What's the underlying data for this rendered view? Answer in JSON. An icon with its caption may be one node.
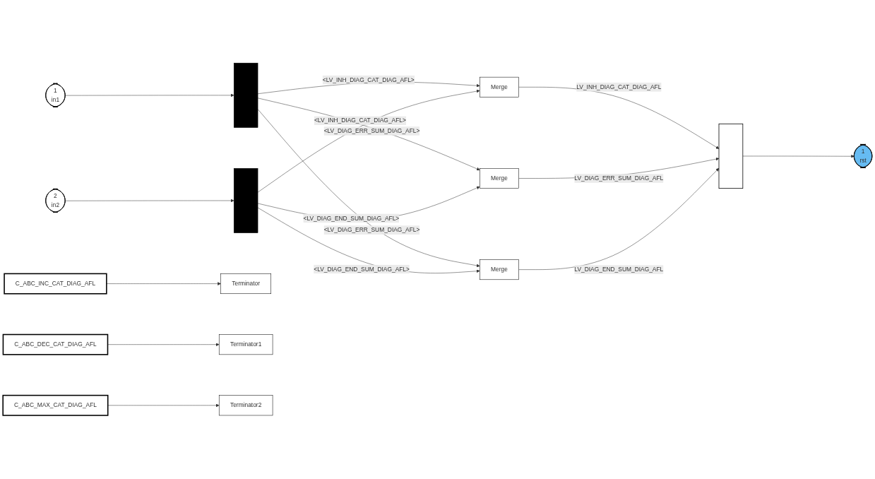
{
  "diagram": {
    "nodes": [
      {
        "text": [
          "1",
          "in1"
        ]
      },
      {
        "text": [
          "2",
          "in2"
        ]
      },
      {
        "text": [],
        "shape": "bar"
      },
      {
        "text": [],
        "shape": "bar"
      },
      {
        "text": [
          "Merge"
        ]
      },
      {
        "text": [
          "Merge"
        ]
      },
      {
        "text": [
          "Merge"
        ]
      },
      {
        "text": [],
        "shape": "bar"
      },
      {
        "text": [
          "1",
          "rst"
        ]
      },
      {
        "text": [
          "C_ABC_INC_CAT_DIAG_AFL"
        ]
      },
      {
        "text": [
          "Terminator"
        ]
      },
      {
        "text": [
          "C_ABC_DEC_CAT_DIAG_AFL"
        ]
      },
      {
        "text": [
          "Terminator1"
        ]
      },
      {
        "text": [
          "C_ABC_MAX_CAT_DIAG_AFL"
        ]
      },
      {
        "text": [
          "Terminator2"
        ]
      }
    ],
    "edges": [
      {
        "from": 0,
        "to": 3,
        "arrow": "to"
      },
      {
        "from": 1,
        "to": 2,
        "arrow": "to"
      },
      {
        "from": 3,
        "to": 4,
        "arrow": "to",
        "label": "<LV_INH_DIAG_CAT_DIAG_AFL>"
      },
      {
        "from": 2,
        "to": 4,
        "arrow": "to",
        "label": "<LV_INH_DIAG_CAT_DIAG_AFL>"
      },
      {
        "from": 3,
        "to": 5,
        "arrow": "to",
        "label": "<LV_DIAG_ERR_SUM_DIAG_AFL>"
      },
      {
        "from": 2,
        "to": 5,
        "arrow": "to",
        "label": "<LV_DIAG_ERR_SUM_DIAG_AFL>"
      },
      {
        "from": 3,
        "to": 6,
        "arrow": "to",
        "label": "<LV_DIAG_END_SUM_DIAG_AFL>"
      },
      {
        "from": 2,
        "to": 6,
        "arrow": "to",
        "label": "<LV_DIAG_END_SUM_DIAG_AFL>"
      },
      {
        "from": 4,
        "to": 7,
        "arrow": "to",
        "label": "LV_INH_DIAG_CAT_DIAG_AFL"
      },
      {
        "from": 5,
        "to": 7,
        "arrow": "to",
        "label": "LV_DIAG_ERR_SUM_DIAG_AFL"
      },
      {
        "from": 6,
        "to": 7,
        "arrow": "to",
        "label": "LV_DIAG_END_SUM_DIAG_AFL"
      },
      {
        "from": 7,
        "to": 8,
        "arrow": "to"
      },
      {
        "from": 9,
        "to": 10,
        "arrow": "to"
      },
      {
        "from": 11,
        "to": 12,
        "arrow": "to"
      },
      {
        "from": 13,
        "to": 14,
        "arrow": "to"
      }
    ]
  }
}
